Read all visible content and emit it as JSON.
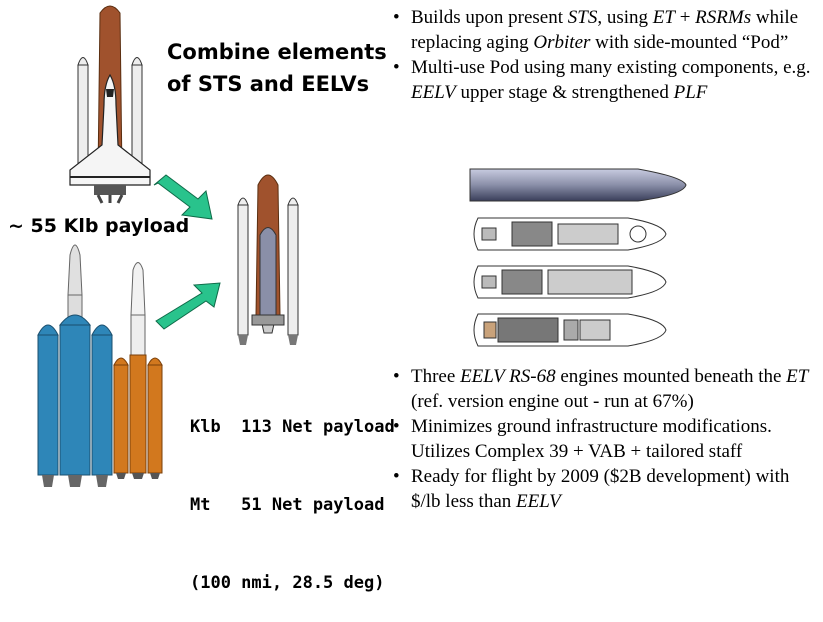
{
  "heading": {
    "line1": "Combine elements",
    "line2": "of STS and EELVs"
  },
  "sts_payload_label": "~ 55 Klb payload",
  "net_payload": {
    "line1": "Klb  113 Net payload",
    "line2": "Mt   51 Net payload",
    "line3": "(100 nmi, 28.5 deg)"
  },
  "bullets_top": [
    {
      "parts": [
        "Builds upon present ",
        "STS",
        ", using ",
        "ET",
        " + ",
        "RSRMs",
        " while replacing aging ",
        "Orbiter",
        " with side-mounted “Pod”"
      ]
    },
    {
      "parts": [
        "Multi-use Pod using many existing components, e.g. ",
        "EELV",
        " upper stage & strengthened ",
        "PLF"
      ]
    }
  ],
  "bullets_bottom": [
    {
      "parts": [
        "Three ",
        "EELV RS-68",
        " engines mounted beneath the ",
        "ET",
        " (ref. version engine out - run at 67%)"
      ]
    },
    {
      "parts": [
        "Minimizes ground infrastructure modifications. Utilizes Complex 39 + VAB + tailored staff"
      ]
    },
    {
      "parts": [
        "Ready for flight by 2009 ($2B development) with $/lb less than ",
        "EELV"
      ]
    }
  ],
  "colors": {
    "external_tank": "#a0522d",
    "delta_core": "#2e86b8",
    "atlas_core": "#d2781e",
    "arrow": "#29c38c",
    "pod": "#8a8fa8"
  },
  "icons": [
    "space-shuttle-icon",
    "delta-iv-heavy-icon",
    "atlas-v-heavy-icon",
    "sts-pod-vehicle-icon",
    "pod-exterior-icon",
    "pod-cutaway-icon"
  ]
}
